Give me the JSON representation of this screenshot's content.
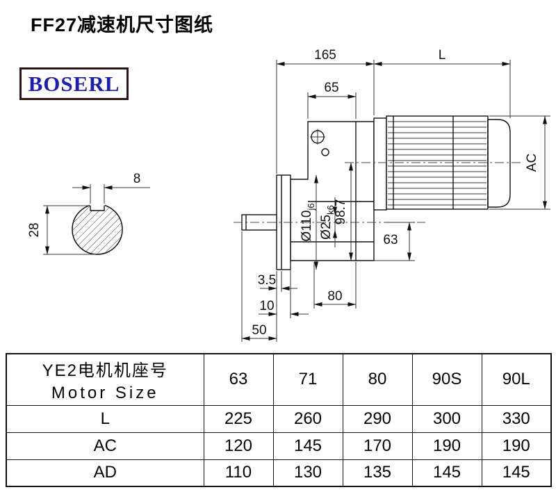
{
  "page": {
    "title": "FF27减速机尺寸图纸"
  },
  "logo": {
    "text": "BOSERL"
  },
  "drawing": {
    "dim_165": "165",
    "dim_L": "L",
    "dim_65": "65",
    "dim_AC": "AC",
    "dim_8": "8",
    "dim_28": "28",
    "dim_d110": {
      "main": "Ø110",
      "tol": "j6"
    },
    "dim_d25": {
      "main": "Ø25",
      "tol": "k6"
    },
    "dim_98_7": "98.7",
    "dim_63": "63",
    "dim_3_5": "3.5",
    "dim_80": "80",
    "dim_10": "10",
    "dim_50": "50"
  },
  "table": {
    "header": {
      "label_cn": "YE2电机机座号",
      "label_en": "Motor Size",
      "sizes": [
        "63",
        "71",
        "80",
        "90S",
        "90L"
      ]
    },
    "rows": [
      {
        "label": "L",
        "values": [
          "225",
          "260",
          "290",
          "300",
          "330"
        ]
      },
      {
        "label": "AC",
        "values": [
          "120",
          "145",
          "170",
          "190",
          "190"
        ]
      },
      {
        "label": "AD",
        "values": [
          "110",
          "130",
          "135",
          "145",
          "145"
        ]
      }
    ]
  }
}
